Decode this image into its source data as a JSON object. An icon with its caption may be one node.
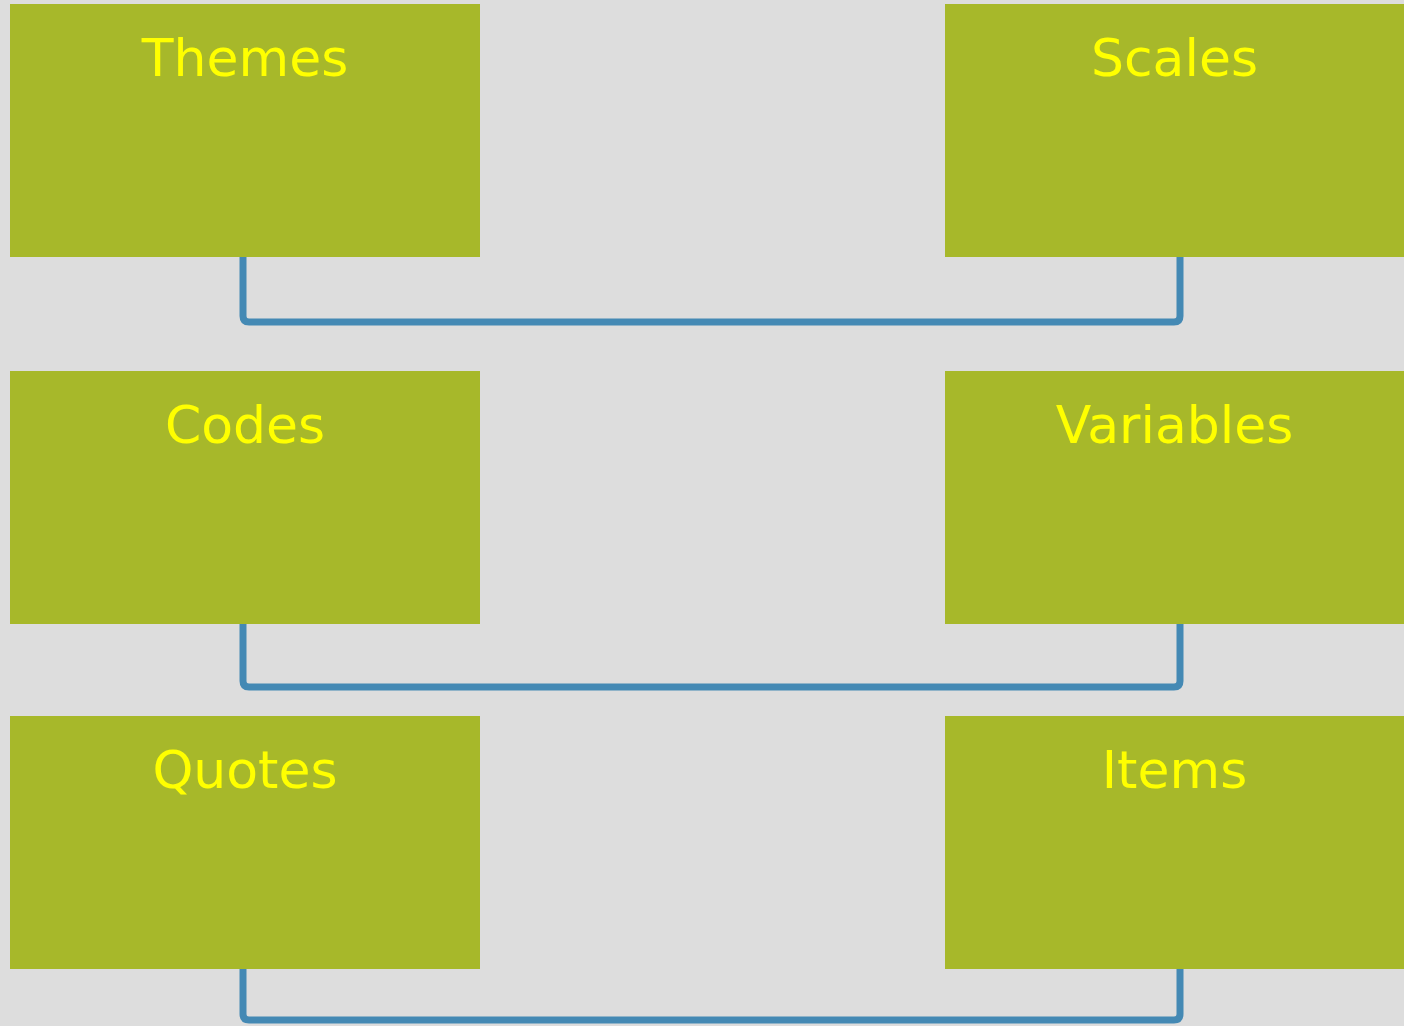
{
  "diagram": {
    "nodes": [
      {
        "text": [
          "Themes"
        ]
      },
      {
        "text": [
          "Scales"
        ]
      },
      {
        "text": [
          "Codes"
        ]
      },
      {
        "text": [
          "Variables"
        ]
      },
      {
        "text": [
          "Quotes"
        ]
      },
      {
        "text": [
          "Items"
        ]
      }
    ],
    "edges": [
      {
        "from": 0,
        "to": 1,
        "arrow": "none"
      },
      {
        "from": 2,
        "to": 3,
        "arrow": "none"
      },
      {
        "from": 4,
        "to": 5,
        "arrow": "none"
      }
    ]
  }
}
